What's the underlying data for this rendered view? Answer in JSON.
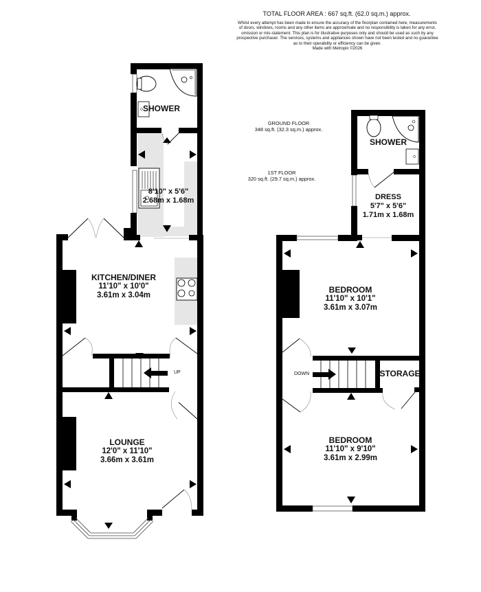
{
  "header": {
    "total_floor_area": "TOTAL FLOOR AREA : 667 sq.ft. (62.0 sq.m.) approx.",
    "disclaimer_lines": [
      "Whilst every attempt has been made to ensure the accuracy of the floorplan contained here, measurements",
      "of doors, windows, rooms and any other items are approximate and no responsibility is taken for any error,",
      "omission or mis-statement. This plan is for illustrative purposes only and should be used as such by any",
      "prospective purchaser. The services, systems and appliances shown have not been tested and no guarantee",
      "as to their operability or efficiency can be given.",
      "Made with Metropix ©2026"
    ]
  },
  "floors": {
    "ground": {
      "name": "GROUND FLOOR",
      "area": "348 sq.ft. (32.3 sq.m.) approx.",
      "rooms": {
        "shower": {
          "name": "SHOWER"
        },
        "utility": {
          "name": "",
          "imperial": "8'10\"  x 5'6\"",
          "metric": "2.68m  x 1.68m"
        },
        "kitchen": {
          "name": "KITCHEN/DINER",
          "imperial": "11'10\"  x 10'0\"",
          "metric": "3.61m  x 3.04m"
        },
        "lounge": {
          "name": "LOUNGE",
          "imperial": "12'0\"  x 11'10\"",
          "metric": "3.66m  x 3.61m"
        }
      },
      "stairs_label": "UP"
    },
    "first": {
      "name": "1ST FLOOR",
      "area": "320 sq.ft. (29.7 sq.m.) approx.",
      "rooms": {
        "shower": {
          "name": "SHOWER"
        },
        "dress": {
          "name": "DRESS",
          "imperial": "5'7\"  x 5'6\"",
          "metric": "1.71m  x 1.68m"
        },
        "bedroom1": {
          "name": "BEDROOM",
          "imperial": "11'10\"  x 10'1\"",
          "metric": "3.61m  x 3.07m"
        },
        "storage": {
          "name": "STORAGE"
        },
        "bedroom2": {
          "name": "BEDROOM",
          "imperial": "11'10\"  x 9'10\"",
          "metric": "3.61m  x 2.99m"
        }
      },
      "stairs_label": "DOWN"
    }
  },
  "colors": {
    "wall": "#000000",
    "worktop": "#e6e6e6",
    "background": "#ffffff"
  }
}
